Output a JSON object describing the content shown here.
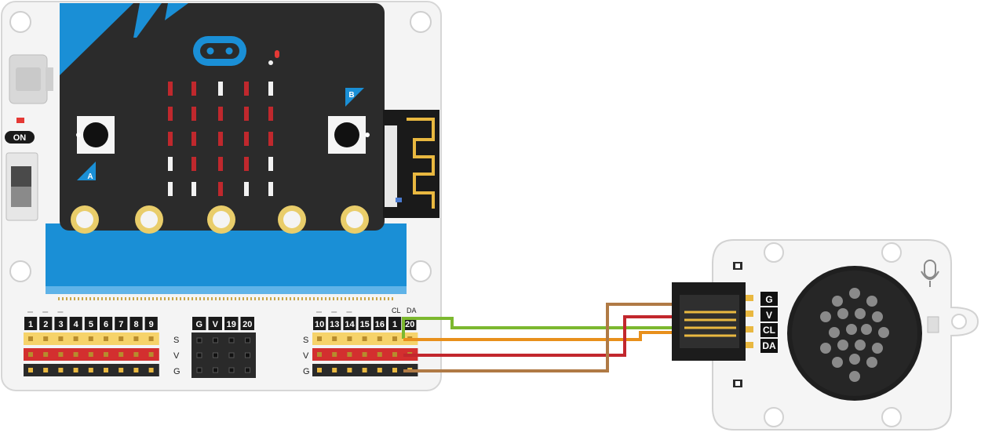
{
  "expansion_board": {
    "power_switch_label": "ON",
    "left_pin_numbers": [
      "1",
      "2",
      "3",
      "4",
      "5",
      "6",
      "7",
      "8",
      "9"
    ],
    "mid_header_labels": [
      "G",
      "V",
      "19",
      "20"
    ],
    "right_pin_numbers": [
      "10",
      "13",
      "14",
      "15",
      "16",
      "1",
      "20"
    ],
    "i2c_labels": [
      "CL",
      "DA"
    ],
    "row_labels": [
      "S",
      "V",
      "G"
    ]
  },
  "microbit": {
    "button_a_label": "A",
    "button_b_label": "B"
  },
  "speaker_module": {
    "pin_labels": [
      "G",
      "V",
      "CL",
      "DA"
    ]
  },
  "wires": [
    {
      "name": "green-wire",
      "color": "#7cb82f"
    },
    {
      "name": "orange-wire",
      "color": "#e8901c"
    },
    {
      "name": "red-wire",
      "color": "#c2272d"
    },
    {
      "name": "brown-wire",
      "color": "#b07a45"
    }
  ],
  "colors": {
    "board_blue": "#1a8fd6",
    "board_black": "#2b2b2b",
    "led_red": "#c0282d",
    "pin_yellow": "#f6d36a",
    "pin_red": "#d32f2f",
    "gold": "#e9cd6a"
  }
}
